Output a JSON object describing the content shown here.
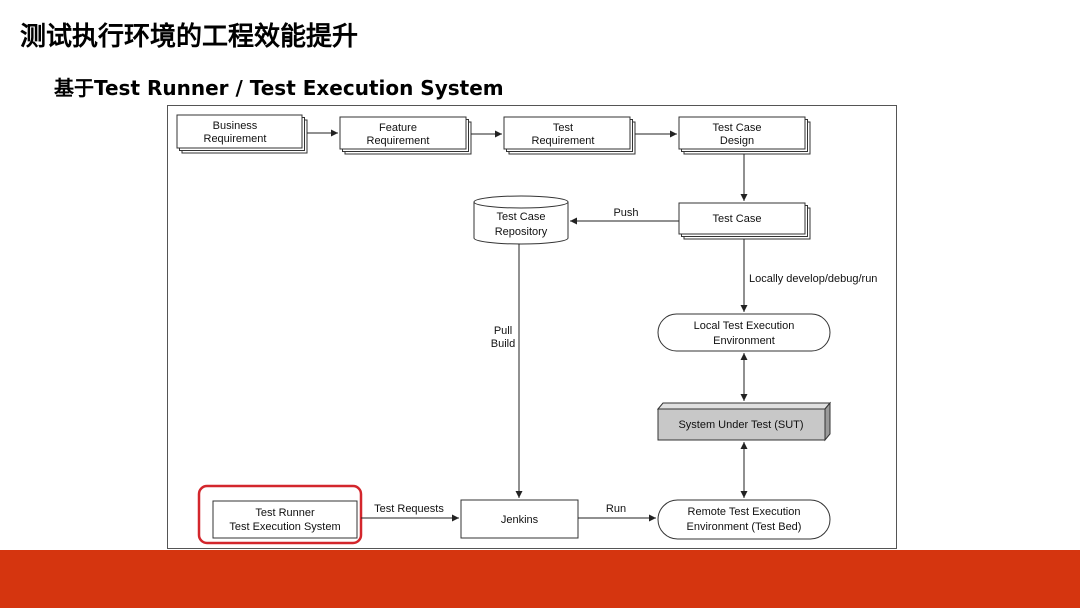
{
  "title": "测试执行环境的工程效能提升",
  "subtitle": "基于Test Runner / Test Execution System",
  "colors": {
    "accent_bar": "#d5350f",
    "highlight": "#d3262c",
    "sut_fill": "#c8c8c8"
  },
  "diagram": {
    "nodes": {
      "business_requirement": [
        "Business",
        "Requirement"
      ],
      "feature_requirement": [
        "Feature",
        "Requirement"
      ],
      "test_requirement": [
        "Test",
        "Requirement"
      ],
      "test_case_design": [
        "Test Case",
        "Design"
      ],
      "test_case": [
        "Test Case"
      ],
      "test_case_repository": [
        "Test Case",
        "Repository"
      ],
      "local_env": [
        "Local Test Execution",
        "Environment"
      ],
      "sut": [
        "System Under Test (SUT)"
      ],
      "remote_env": [
        "Remote Test Execution",
        "Environment (Test Bed)"
      ],
      "jenkins": [
        "Jenkins"
      ],
      "test_runner": [
        "Test Runner",
        "Test Execution System"
      ]
    },
    "edges": {
      "push": "Push",
      "locally": "Locally develop/debug/run",
      "pull": "Pull",
      "build": "Build",
      "test_requests": "Test Requests",
      "run": "Run"
    }
  }
}
